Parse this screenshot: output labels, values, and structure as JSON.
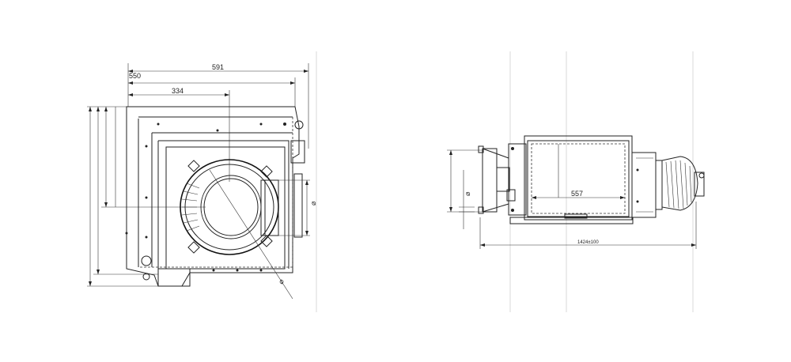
{
  "left_view": {
    "dim_top": "591",
    "dim_mid": "550",
    "dim_inner": "334",
    "dim_diameter_right": "⌀",
    "dim_diameter_diag": "⌀"
  },
  "right_view": {
    "dim_inner_width": "557",
    "dim_overall": "1424±100",
    "dim_diameter_left": "⌀"
  }
}
